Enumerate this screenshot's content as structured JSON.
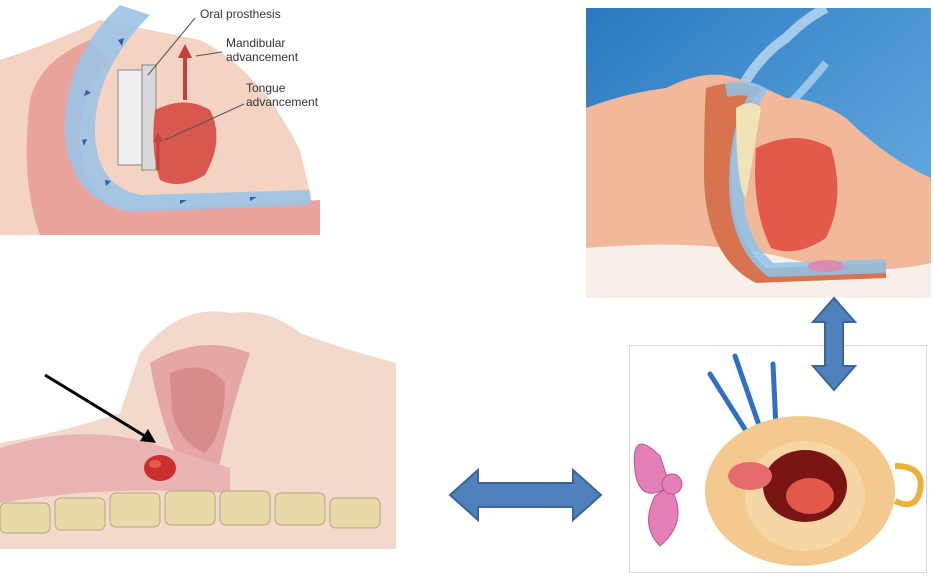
{
  "labels": {
    "oral_prosthesis": "Oral prosthesis",
    "mandibular_line1": "Mandibular",
    "mandibular_line2": "advancement",
    "tongue_line1": "Tongue",
    "tongue_line2": "advancement"
  },
  "colors": {
    "airway_blue": "#7fb2df",
    "tissue_pink": "#e9a39c",
    "tongue_red": "#d8574e",
    "skin": "#f2c8b2",
    "arrow_fill": "#4f81bd",
    "arrow_stroke": "#3a6595",
    "sky": "#2f82c7"
  },
  "icons": {
    "double_arrow_vertical": "double-arrow-vertical-icon",
    "double_arrow_horizontal": "double-arrow-horizontal-icon",
    "pointer_arrow": "pointer-arrow-icon"
  }
}
